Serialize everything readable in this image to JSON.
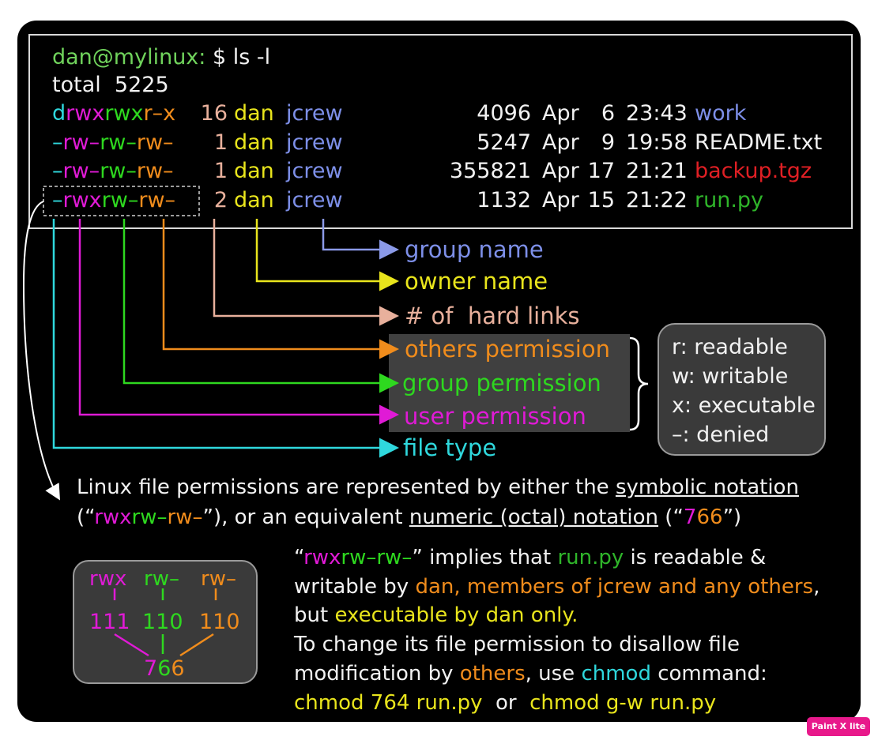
{
  "terminal": {
    "prompt_user": "dan@mylinux:",
    "prompt_cmd": " $ ls -l",
    "total": "total  5225",
    "rows": [
      {
        "type": "d",
        "perm_u": "rwx",
        "perm_g": "rwx",
        "perm_o": "r–x",
        "links": "16",
        "owner": "dan",
        "group": "jcrew",
        "size": "4096",
        "month": "Apr",
        "day": "6",
        "time": "23:43",
        "name": "work"
      },
      {
        "type": "–",
        "perm_u": "rw–",
        "perm_g": "rw–",
        "perm_o": "rw–",
        "links": "1",
        "owner": "dan",
        "group": "jcrew",
        "size": "5247",
        "month": "Apr",
        "day": "9",
        "time": "19:58",
        "name": "README.txt"
      },
      {
        "type": "–",
        "perm_u": "rw–",
        "perm_g": "rw–",
        "perm_o": "rw–",
        "links": "1",
        "owner": "dan",
        "group": "jcrew",
        "size": "355821",
        "month": "Apr",
        "day": "17",
        "time": "21:21",
        "name": "backup.tgz"
      },
      {
        "type": "–",
        "perm_u": "rwx",
        "perm_g": "rw–",
        "perm_o": "rw–",
        "links": "2",
        "owner": "dan",
        "group": "jcrew",
        "size": "1132",
        "month": "Apr",
        "day": "15",
        "time": "21:22",
        "name": "run.py"
      }
    ]
  },
  "labels": {
    "group_name": "group name",
    "owner_name": "owner name",
    "hard_links": "# of  hard links",
    "others_perm": "others permission",
    "group_perm": "group permission",
    "user_perm": "user permission",
    "file_type": "file type"
  },
  "legend": [
    "r: readable",
    "w: writable",
    "x: executable",
    "–: denied"
  ],
  "explain": {
    "line1_a": "Linux file permissions are represented by either the ",
    "line1_b": "symbolic notation",
    "line2_a": "(“",
    "line2_u": "rwx",
    "line2_g": "rw–",
    "line2_o": "rw–",
    "line2_b": "”), or an equivalent ",
    "line2_c": "numeric (octal) notation",
    "line2_d": " (“",
    "line2_n7": "7",
    "line2_n66": "66",
    "line2_e": "”)"
  },
  "octal": {
    "groups": [
      "rwx",
      "rw–",
      "rw–"
    ],
    "bits": [
      "111",
      "110",
      "110"
    ],
    "result_7": "7",
    "result_6a": "6",
    "result_6b": "6"
  },
  "notes": {
    "l1_q1": "“",
    "l1_u": "rwx",
    "l1_g": "rw–rw–",
    "l1_q2": "” implies that ",
    "l1_file": "run.py",
    "l1_rest": " is readable &",
    "l2_a": "writable by ",
    "l2_b": "dan, members of jcrew and any others",
    "l2_c": ",",
    "l3_a": "but ",
    "l3_b": "executable by dan only.",
    "l4": "To change its file permission to disallow file",
    "l5_a": "modification by ",
    "l5_b": "others",
    "l5_c": ", use ",
    "l5_d": "chmod",
    "l5_e": " command:",
    "l6_a": "chmod 764 run.py",
    "l6_b": "  or  ",
    "l6_c": "chmod g-w run.py"
  },
  "watermark": "Paint X lite"
}
